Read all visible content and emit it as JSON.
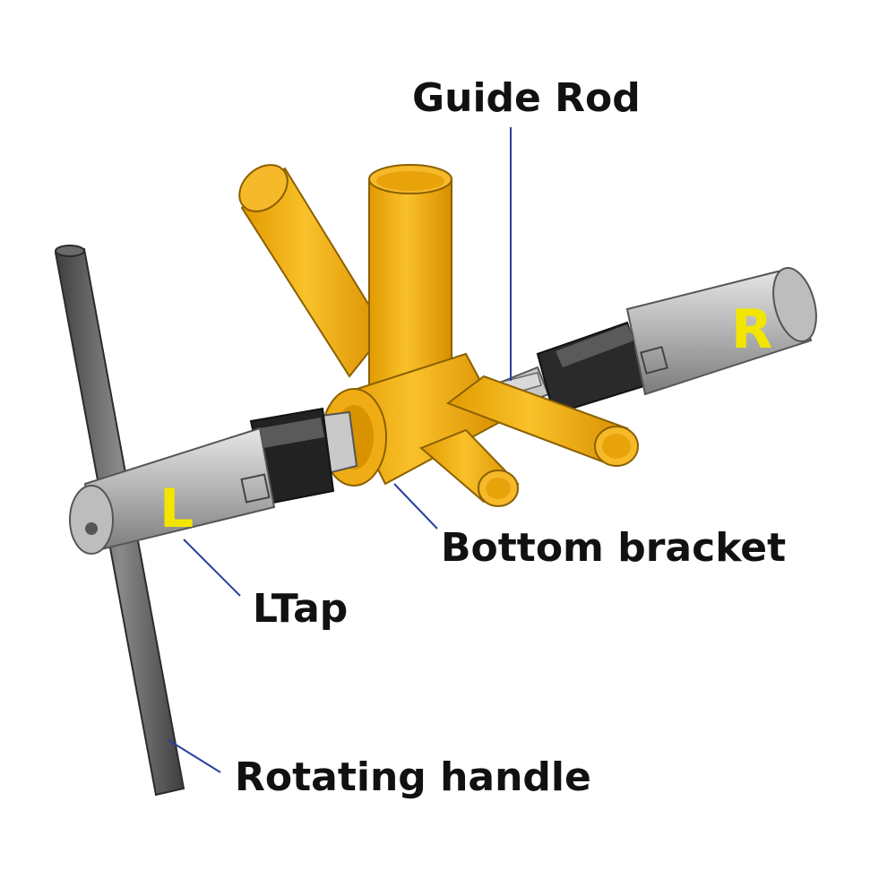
{
  "labels": {
    "guide_rod": "Guide Rod",
    "bottom_bracket": "Bottom bracket",
    "ltap": "LTap",
    "rotating_handle": "Rotating handle"
  },
  "side_marks": {
    "left": "L",
    "right": "R"
  },
  "colors": {
    "frame_tube": "#f5b51c",
    "frame_tube_shadow": "#d08f00",
    "tap_steel": "#a9a9a9",
    "knurl_black": "#1c1c1c",
    "leader_line": "#2a3fa0",
    "side_mark": "#f2e600",
    "label_text": "#111111"
  }
}
